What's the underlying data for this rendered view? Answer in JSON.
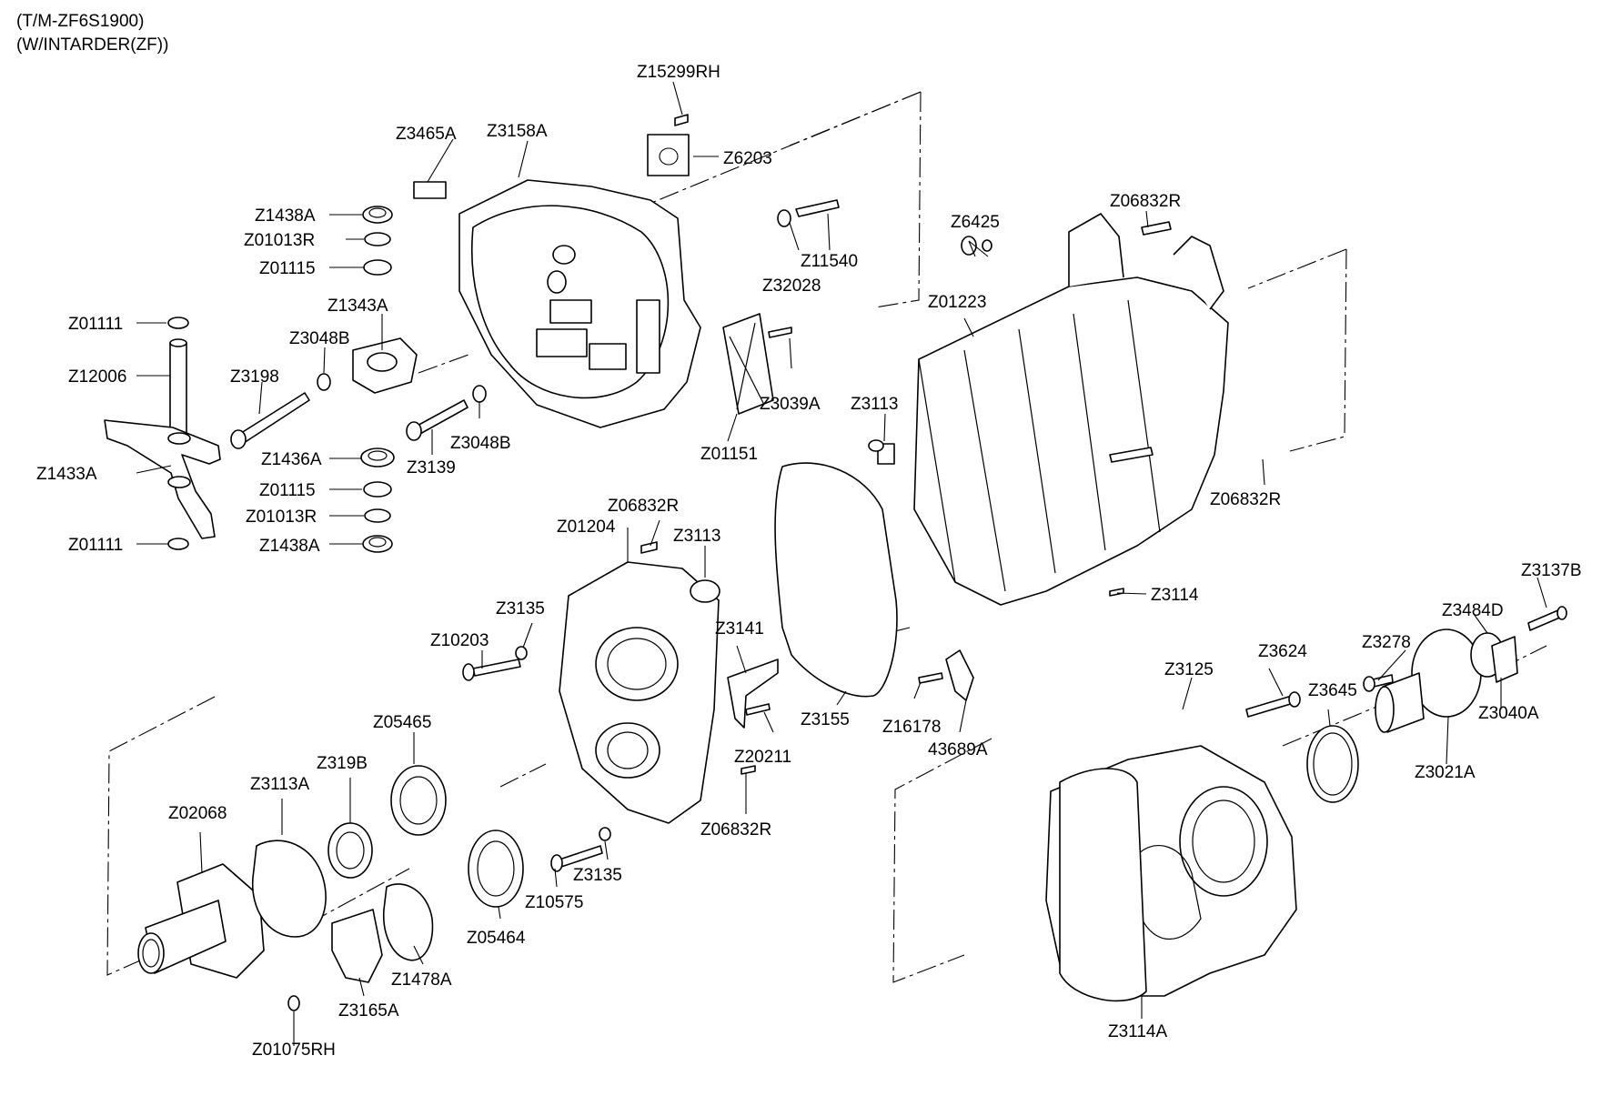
{
  "header": {
    "line1": "(T/M-ZF6S1900)",
    "line2": "(W/INTARDER(ZF))"
  },
  "labels": [
    {
      "key": "Z15299RH",
      "text": "Z15299RH"
    },
    {
      "key": "Z3465A",
      "text": "Z3465A"
    },
    {
      "key": "Z3158A",
      "text": "Z3158A"
    },
    {
      "key": "Z6203",
      "text": "Z6203"
    },
    {
      "key": "Z1438A-top",
      "text": "Z1438A"
    },
    {
      "key": "Z01013R-top",
      "text": "Z01013R"
    },
    {
      "key": "Z01115-top",
      "text": "Z01115"
    },
    {
      "key": "Z1343A",
      "text": "Z1343A"
    },
    {
      "key": "Z01111-top",
      "text": "Z01111"
    },
    {
      "key": "Z3048B-left",
      "text": "Z3048B"
    },
    {
      "key": "Z12006",
      "text": "Z12006"
    },
    {
      "key": "Z3198",
      "text": "Z3198"
    },
    {
      "key": "Z1436A",
      "text": "Z1436A"
    },
    {
      "key": "Z3139",
      "text": "Z3139"
    },
    {
      "key": "Z3048B-right",
      "text": "Z3048B"
    },
    {
      "key": "Z1433A",
      "text": "Z1433A"
    },
    {
      "key": "Z01115-bottom",
      "text": "Z01115"
    },
    {
      "key": "Z01013R-bottom",
      "text": "Z01013R"
    },
    {
      "key": "Z01111-bottom",
      "text": "Z01111"
    },
    {
      "key": "Z1438A-bottom",
      "text": "Z1438A"
    },
    {
      "key": "Z11540",
      "text": "Z11540"
    },
    {
      "key": "Z32028",
      "text": "Z32028"
    },
    {
      "key": "Z3039A",
      "text": "Z3039A"
    },
    {
      "key": "Z01151",
      "text": "Z01151"
    },
    {
      "key": "Z6425",
      "text": "Z6425"
    },
    {
      "key": "Z06832R-top",
      "text": "Z06832R"
    },
    {
      "key": "Z01223",
      "text": "Z01223"
    },
    {
      "key": "Z3113-right",
      "text": "Z3113"
    },
    {
      "key": "Z06832R-right",
      "text": "Z06832R"
    },
    {
      "key": "Z3114",
      "text": "Z3114"
    },
    {
      "key": "Z06832R-mid",
      "text": "Z06832R"
    },
    {
      "key": "Z01204",
      "text": "Z01204"
    },
    {
      "key": "Z3113-mid",
      "text": "Z3113"
    },
    {
      "key": "Z3135-top",
      "text": "Z3135"
    },
    {
      "key": "Z10203",
      "text": "Z10203"
    },
    {
      "key": "Z3141",
      "text": "Z3141"
    },
    {
      "key": "Z20211",
      "text": "Z20211"
    },
    {
      "key": "Z3155",
      "text": "Z3155"
    },
    {
      "key": "Z16178",
      "text": "Z16178"
    },
    {
      "key": "43689A",
      "text": "43689A"
    },
    {
      "key": "Z05465",
      "text": "Z05465"
    },
    {
      "key": "Z319B",
      "text": "Z319B"
    },
    {
      "key": "Z3113A",
      "text": "Z3113A"
    },
    {
      "key": "Z02068",
      "text": "Z02068"
    },
    {
      "key": "Z06832R-bottom",
      "text": "Z06832R"
    },
    {
      "key": "Z3135-bottom",
      "text": "Z3135"
    },
    {
      "key": "Z10575",
      "text": "Z10575"
    },
    {
      "key": "Z05464",
      "text": "Z05464"
    },
    {
      "key": "Z1478A",
      "text": "Z1478A"
    },
    {
      "key": "Z3165A",
      "text": "Z3165A"
    },
    {
      "key": "Z01075RH",
      "text": "Z01075RH"
    },
    {
      "key": "Z3137B",
      "text": "Z3137B"
    },
    {
      "key": "Z3484D",
      "text": "Z3484D"
    },
    {
      "key": "Z3278",
      "text": "Z3278"
    },
    {
      "key": "Z3125",
      "text": "Z3125"
    },
    {
      "key": "Z3624",
      "text": "Z3624"
    },
    {
      "key": "Z3645",
      "text": "Z3645"
    },
    {
      "key": "Z3040A",
      "text": "Z3040A"
    },
    {
      "key": "Z3021A",
      "text": "Z3021A"
    },
    {
      "key": "Z3114A",
      "text": "Z3114A"
    }
  ]
}
